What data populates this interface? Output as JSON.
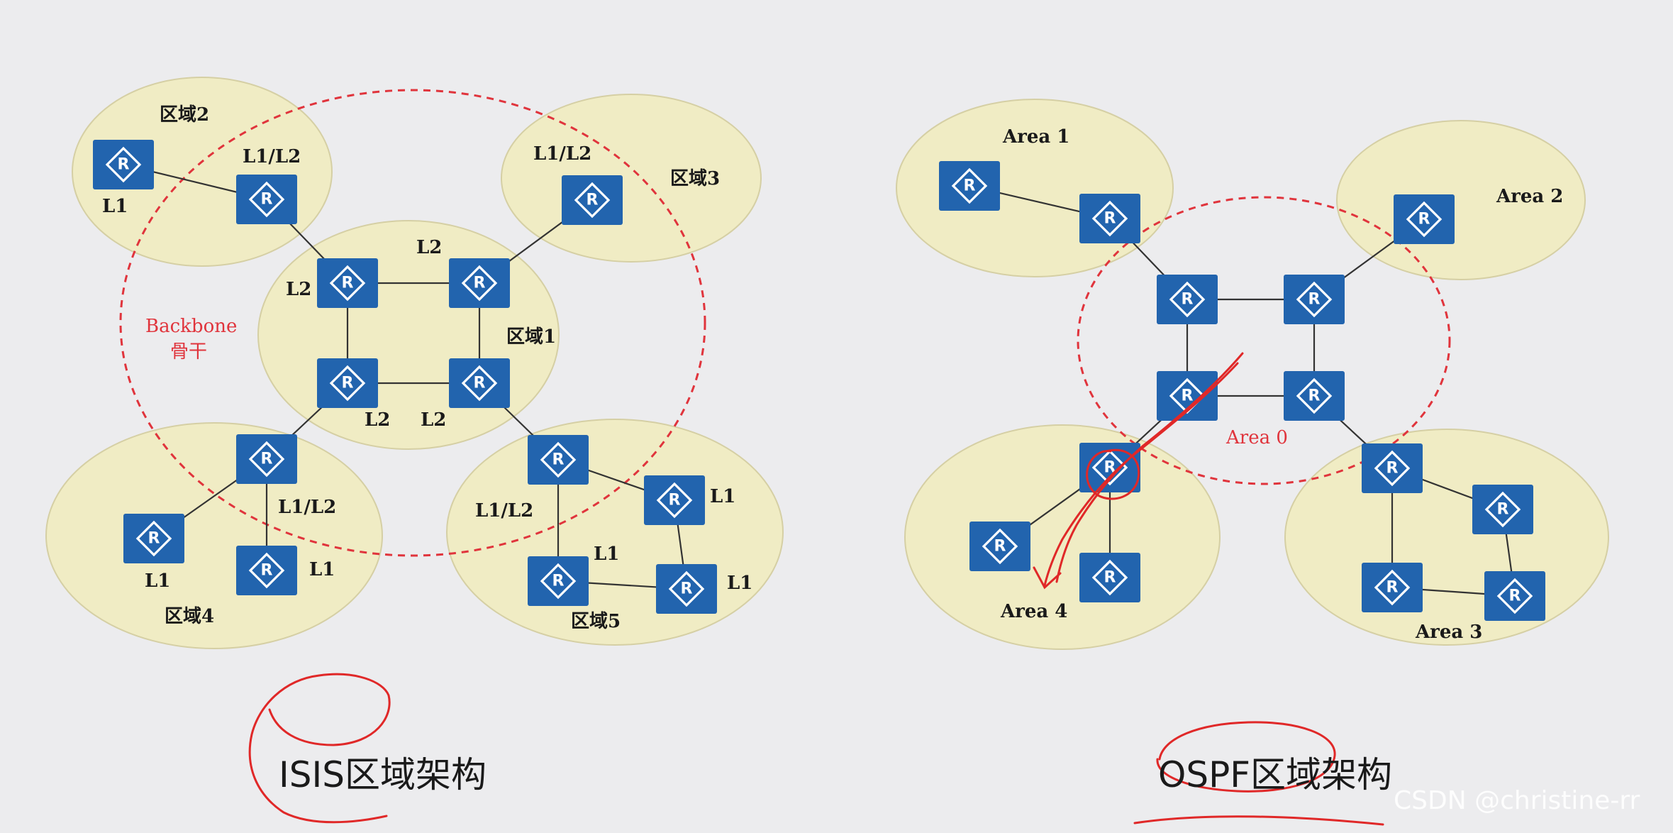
{
  "isis": {
    "caption": "ISIS区域架构",
    "backbone_label": "Backbone",
    "backbone_label_cn": "骨干",
    "areas": {
      "area1": "区域1",
      "area2": "区域2",
      "area3": "区域3",
      "area4": "区域4",
      "area5": "区域5"
    },
    "router_labels": {
      "a2_l1": "L1",
      "a2_l1l2": "L1/L2",
      "a3_l1l2": "L1/L2",
      "a1_tl": "L2",
      "a1_top": "L2",
      "a1_bl": "L2",
      "a1_br": "L2",
      "a4_l1l2": "L1/L2",
      "a4_l1_left": "L1",
      "a4_l1_right": "L1",
      "a5_l1l2": "L1/L2",
      "a5_l1_top": "L1",
      "a5_l1_mid": "L1",
      "a5_l1_right": "L1"
    }
  },
  "ospf": {
    "caption": "OSPF区域架构",
    "areas": {
      "area0": "Area 0",
      "area1": "Area 1",
      "area2": "Area 2",
      "area3": "Area 3",
      "area4": "Area 4"
    }
  },
  "router_symbol": "R",
  "watermark": "CSDN @christine-rr",
  "colors": {
    "background": "#ececee",
    "area_fill": "#f0ecc4",
    "router": "#2264ae",
    "backbone_dash": "#e0343c",
    "annotation_ink": "#e02828"
  }
}
